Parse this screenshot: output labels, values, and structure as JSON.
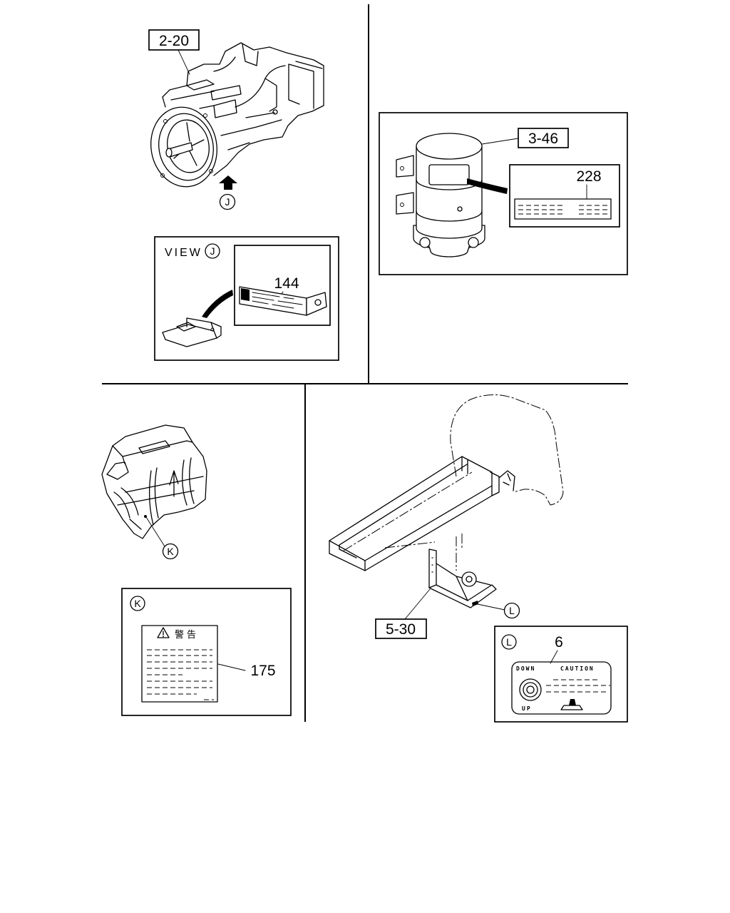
{
  "diagram": {
    "top_left": {
      "part_callout": "2-20",
      "view_arrow_marker": "J",
      "view_panel": {
        "title": "VIEW",
        "marker": "J",
        "part_callout": "144"
      }
    },
    "top_right": {
      "part_callout": "3-46",
      "label_callout": "228"
    },
    "bottom_left": {
      "pointer_marker": "K",
      "detail_panel": {
        "marker": "K",
        "label_heading": "警告",
        "part_callout": "175"
      }
    },
    "bottom_right": {
      "part_callout": "5-30",
      "pointer_marker": "L",
      "detail_panel": {
        "marker": "L",
        "part_callout": "6",
        "label_down": "DOWN",
        "label_caution": "CAUTION",
        "label_up": "UP"
      }
    }
  }
}
